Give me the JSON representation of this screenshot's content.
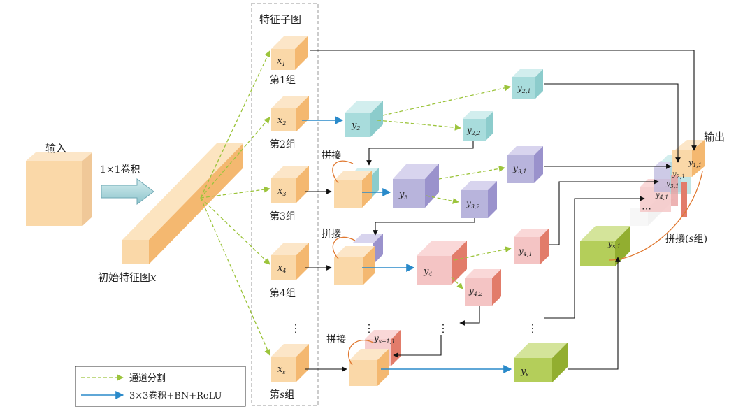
{
  "labels": {
    "input": "输入",
    "conv1x1": "1×1卷积",
    "initial_map_prefix": "初始特征图",
    "initial_map_var": "x",
    "subfeature_title": "特征子图",
    "output": "输出",
    "concat": "拼接",
    "concat_s_prefix": "拼接(",
    "concat_s_var": "s",
    "concat_s_suffix": "组)",
    "dots": "⋮",
    "hdots": "⋯"
  },
  "groups": [
    {
      "label": "第1组",
      "x": "x",
      "sub": "1"
    },
    {
      "label": "第2组",
      "x": "x",
      "sub": "2"
    },
    {
      "label": "第3组",
      "x": "x",
      "sub": "3"
    },
    {
      "label": "第4组",
      "x": "x",
      "sub": "4"
    },
    {
      "label_prefix": "第",
      "label_var": "s",
      "label_suffix": "组",
      "x": "x",
      "sub": "s"
    }
  ],
  "y_nodes": {
    "y2": {
      "v": "y",
      "sub": "2"
    },
    "y21": {
      "v": "y",
      "sub": "2,1"
    },
    "y22": {
      "v": "y",
      "sub": "2,2"
    },
    "y3": {
      "v": "y",
      "sub": "3"
    },
    "y31": {
      "v": "y",
      "sub": "3,1"
    },
    "y32": {
      "v": "y",
      "sub": "3,2"
    },
    "y4": {
      "v": "y",
      "sub": "4"
    },
    "y41": {
      "v": "y",
      "sub": "4,1"
    },
    "y42": {
      "v": "y",
      "sub": "4,2"
    },
    "ys": {
      "v": "y",
      "sub": "s"
    },
    "ys1": {
      "v": "y",
      "sub": "s,1"
    },
    "ys11": {
      "v": "y",
      "sub": "s−1,1"
    },
    "y11": {
      "v": "y",
      "sub": "1,1"
    }
  },
  "legend": {
    "split": "通道分割",
    "conv3x3": "3×3卷积+BN+ReLU"
  },
  "colors": {
    "orange": "#FAD8A8",
    "cyan": "#A8DCDC",
    "purple": "#B8B4DC",
    "pink": "#F4C4C4",
    "green": "#B4CE5A",
    "split_arrow": "#9CC43C",
    "conv_arrow": "#2A8ACA"
  }
}
